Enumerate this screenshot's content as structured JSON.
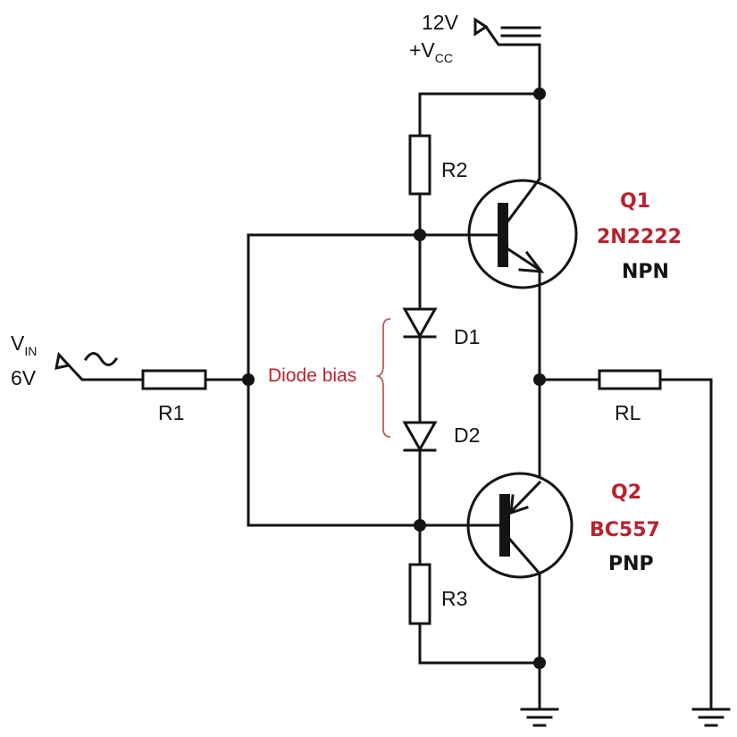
{
  "supply": {
    "voltage": "12V",
    "name_main": "+V",
    "name_sub": "CC"
  },
  "input": {
    "name_main": "V",
    "name_sub": "IN",
    "voltage": "6V"
  },
  "resistors": {
    "r1": "R1",
    "r2": "R2",
    "r3": "R3",
    "rl": "RL"
  },
  "diodes": {
    "d1": "D1",
    "d2": "D2"
  },
  "annotation": {
    "diode_bias": "Diode bias"
  },
  "q1": {
    "ref": "Q1",
    "part": "2N2222",
    "type": "NPN"
  },
  "q2": {
    "ref": "Q2",
    "part": "BC557",
    "type": "PNP"
  },
  "colors": {
    "ink": "#141414",
    "accent": "#b8232e",
    "bracket": "#b85c5c"
  }
}
